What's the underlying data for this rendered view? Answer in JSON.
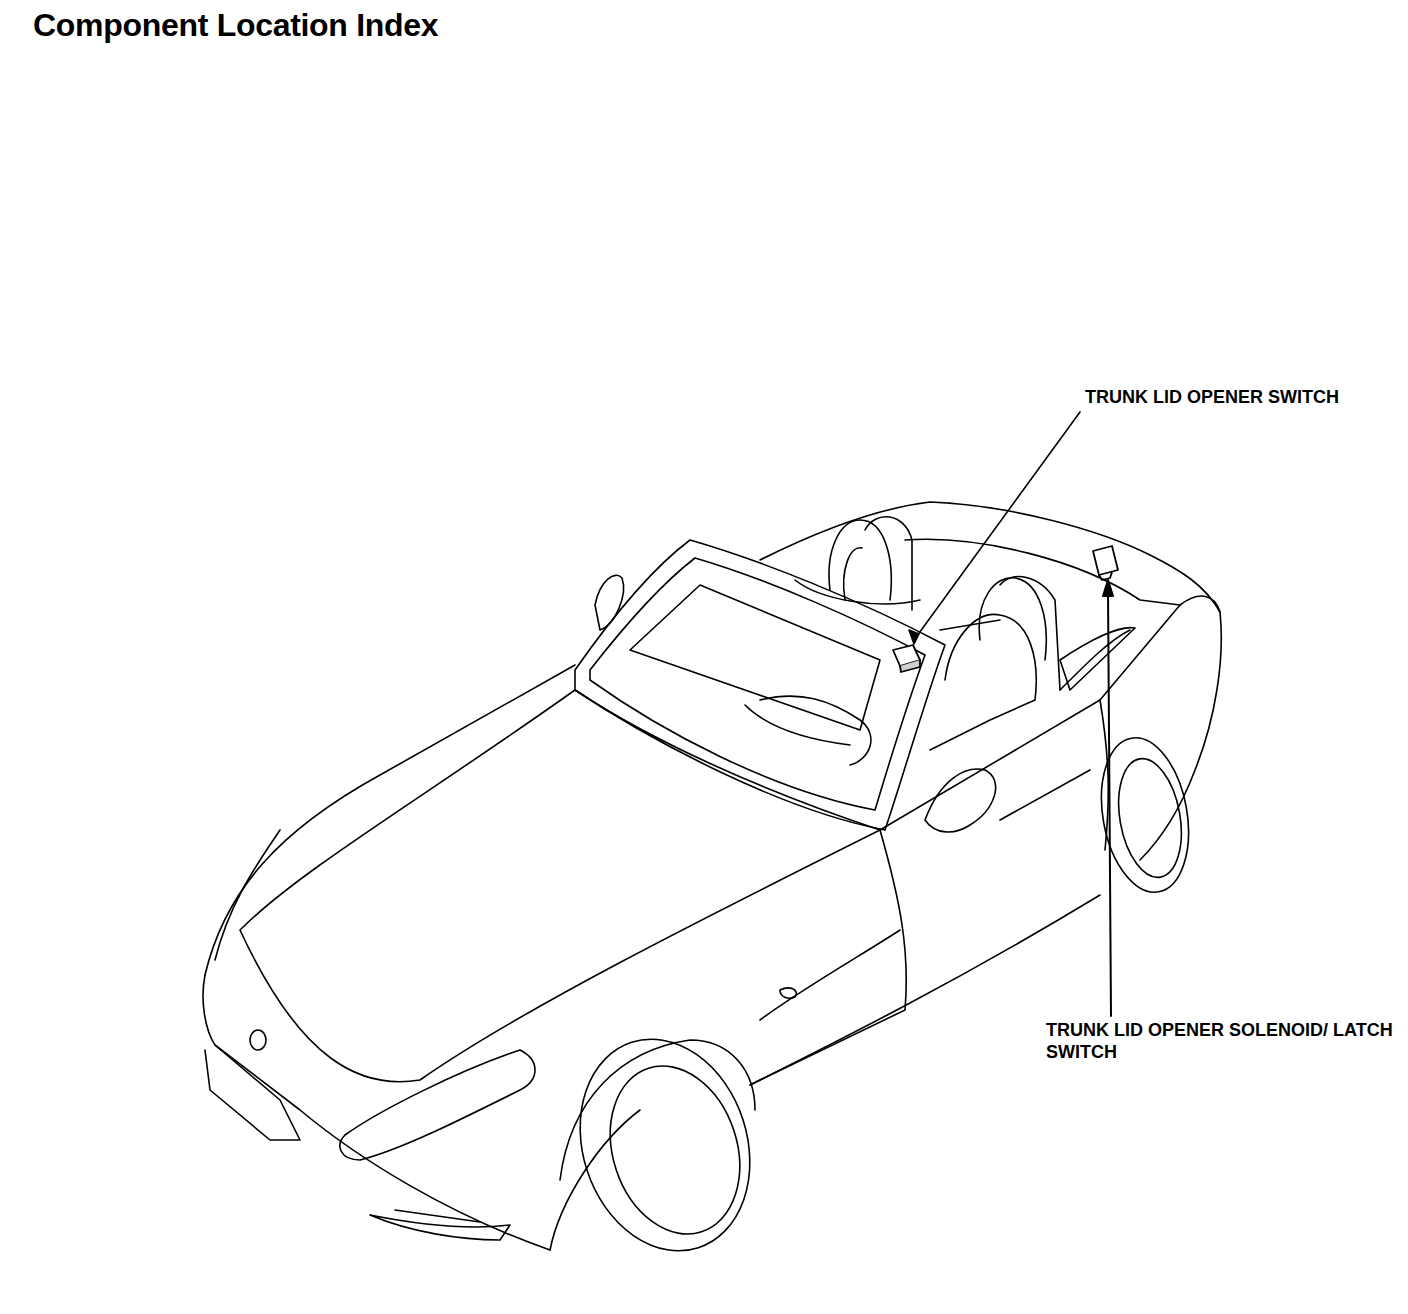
{
  "diagram": {
    "title": "Component Location Index",
    "labels": [
      "TRUNK LID OPENER SWITCH",
      "TRUNK LID OPENER SOLENOID/ LATCH SWITCH"
    ]
  }
}
